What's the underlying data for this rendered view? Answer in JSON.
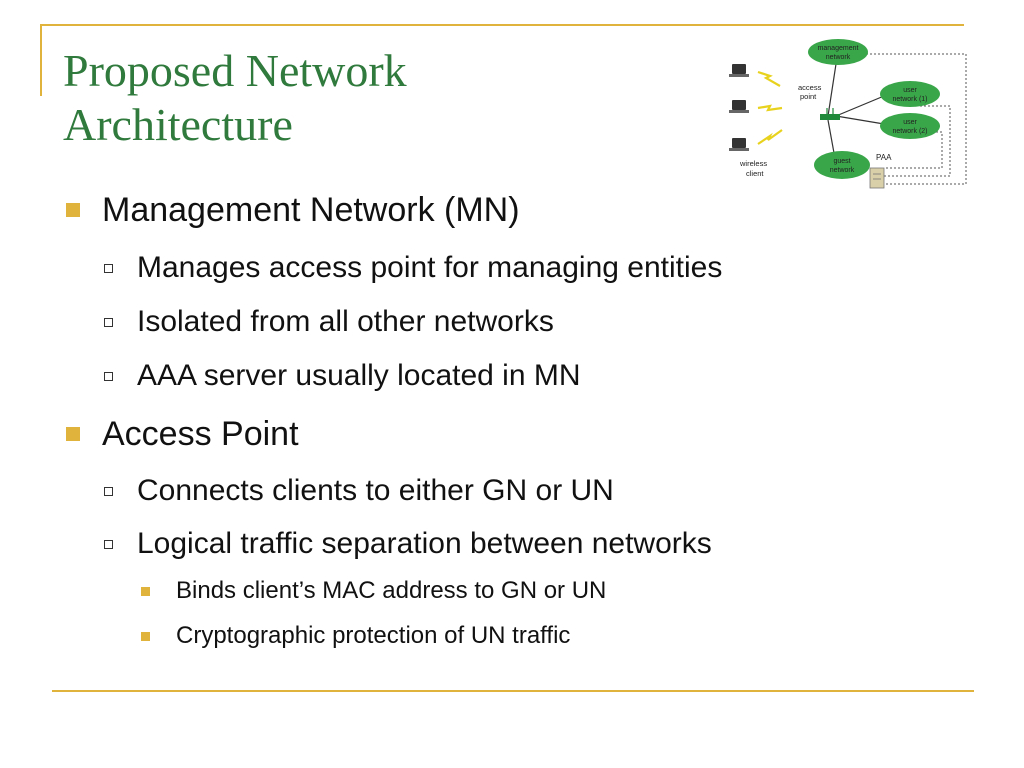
{
  "slide": {
    "title_line1": "Proposed Network",
    "title_line2": "Architecture",
    "accent_color": "#e0b33c",
    "title_color": "#2f7a3c",
    "bullets": [
      {
        "level": 1,
        "text": "Management Network (MN)"
      },
      {
        "level": 2,
        "text": "Manages access point for managing entities"
      },
      {
        "level": 2,
        "text": "Isolated from all other networks"
      },
      {
        "level": 2,
        "text": "AAA server usually located in MN"
      },
      {
        "level": 1,
        "text": "Access Point"
      },
      {
        "level": 2,
        "text": "Connects clients to either GN or UN"
      },
      {
        "level": 2,
        "text": "Logical traffic separation between networks"
      },
      {
        "level": 3,
        "text": "Binds client’s MAC address to GN or UN"
      },
      {
        "level": 3,
        "text": "Cryptographic protection of UN traffic"
      }
    ]
  },
  "diagram": {
    "management_network_line1": "management",
    "management_network_line2": "network",
    "access_point_line1": "access",
    "access_point_line2": "point",
    "user_network_1_line1": "user",
    "user_network_1_line2": "network (1)",
    "user_network_2_line1": "user",
    "user_network_2_line2": "network (2)",
    "guest_network_line1": "guest",
    "guest_network_line2": "network",
    "paa_label": "PAA",
    "wireless_client_line1": "wireless",
    "wireless_client_line2": "client",
    "cloud_color": "#3aa64a"
  }
}
